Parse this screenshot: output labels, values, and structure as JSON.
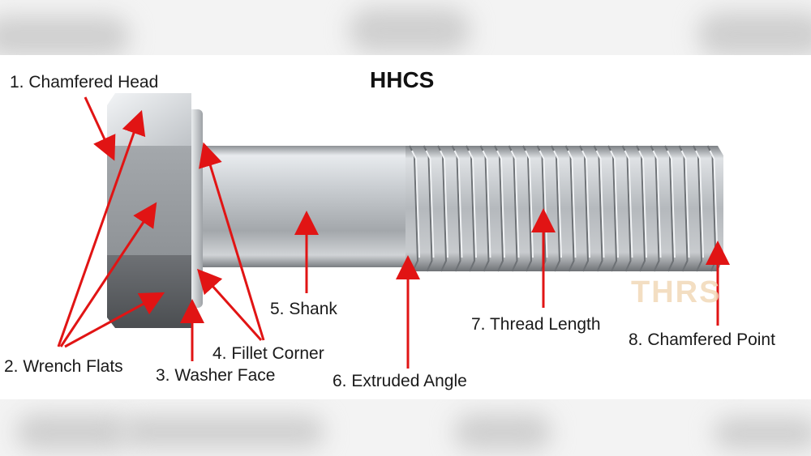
{
  "title": "HHCS",
  "watermark": "THRS",
  "labels": {
    "chamfered_head": "1. Chamfered Head",
    "wrench_flats": "2. Wrench Flats",
    "washer_face": "3. Washer Face",
    "fillet_corner": "4. Fillet Corner",
    "shank": "5. Shank",
    "extruded_angle": "6. Extruded Angle",
    "thread_length": "7. Thread Length",
    "chamfered_point": "8. Chamfered Point"
  },
  "colors": {
    "arrow": "#e11414",
    "metal_light": "#d9dde1",
    "metal_mid": "#a9adb1",
    "metal_dark": "#5c5f62",
    "watermark": "#f2d9b8"
  }
}
